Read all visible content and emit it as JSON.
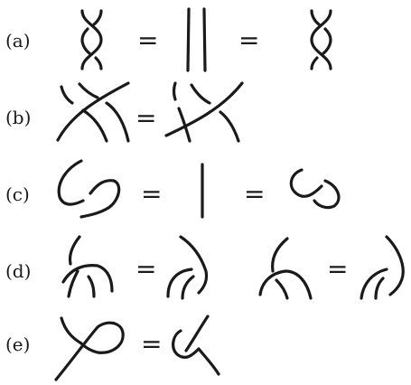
{
  "rows": [
    {
      "label": "(a)",
      "equals": [
        "=",
        "="
      ]
    },
    {
      "label": "(b)",
      "equals": [
        "="
      ]
    },
    {
      "label": "(c)",
      "equals": [
        "=",
        "="
      ]
    },
    {
      "label": "(d)",
      "equals": [
        "=",
        "="
      ]
    },
    {
      "label": "(e)",
      "equals": [
        "="
      ]
    }
  ],
  "ink_color": "#1a1a1a",
  "background_color": "#ffffff"
}
